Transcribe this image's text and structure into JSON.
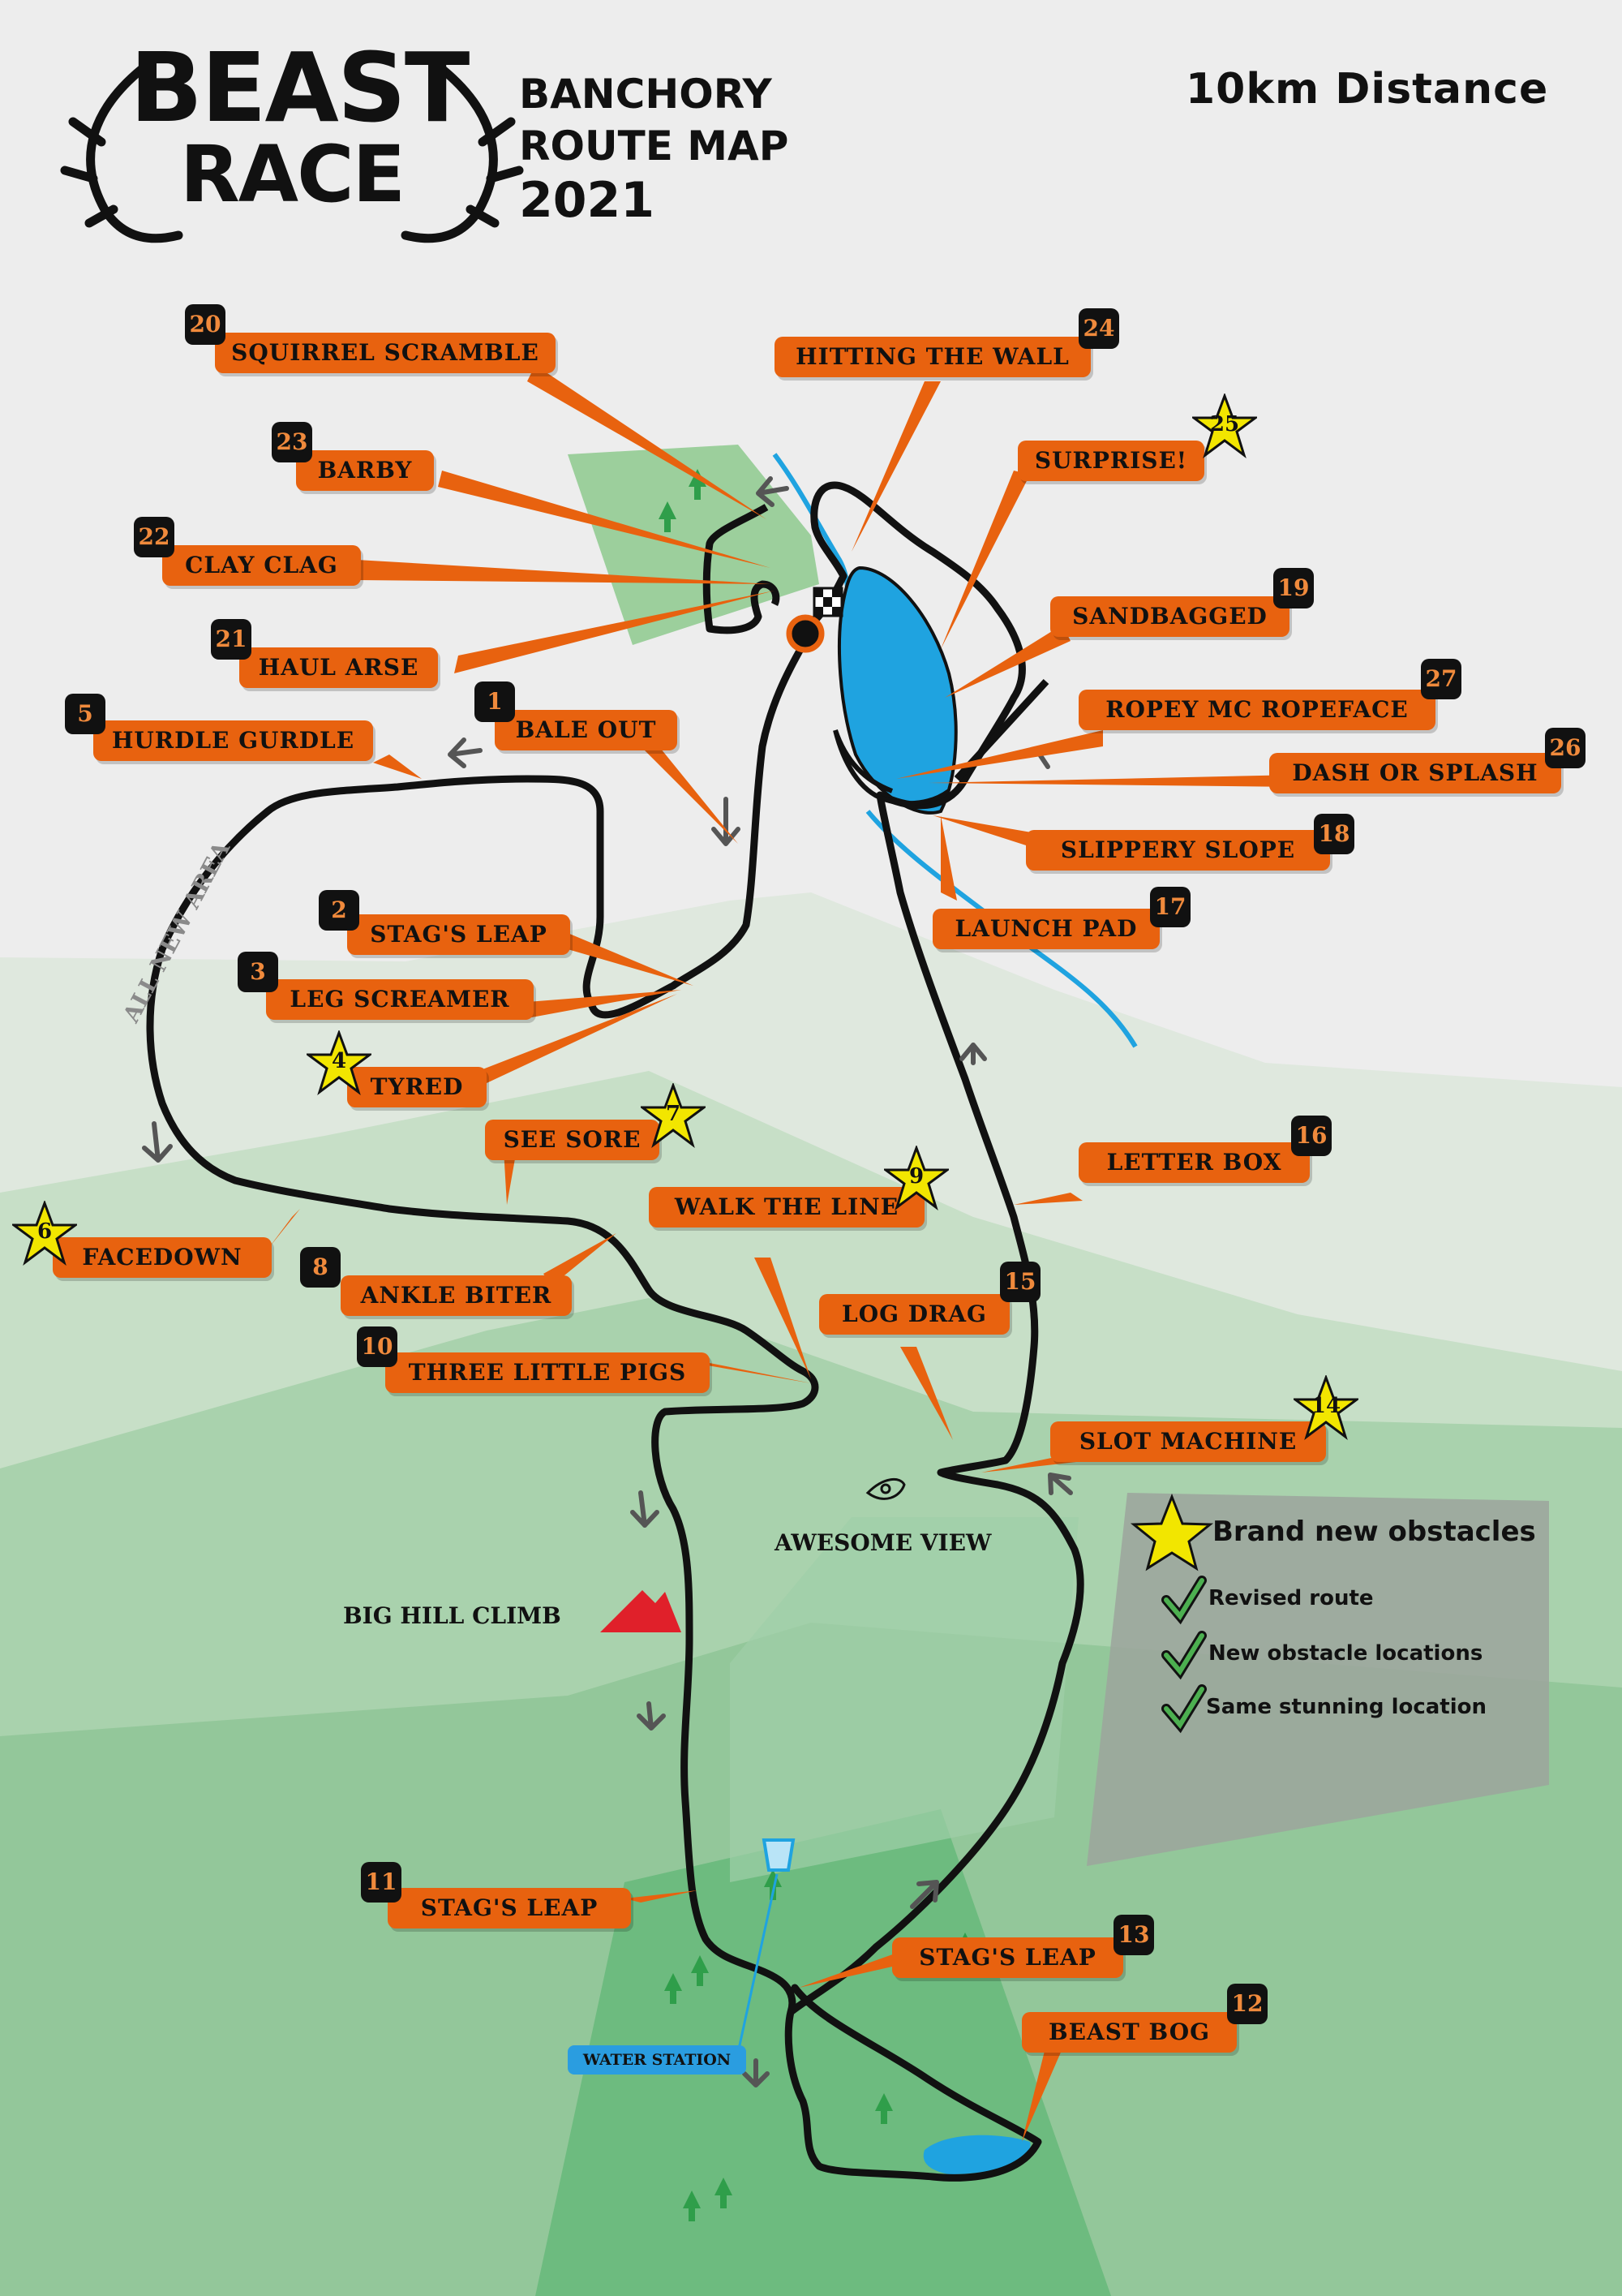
{
  "header": {
    "logo_line1": "BEAST",
    "logo_line2": "RACE",
    "title_line1": "BANCHORY",
    "title_line2": "ROUTE MAP",
    "title_line3": "2021",
    "distance": "10km Distance"
  },
  "colors": {
    "label_orange": "#e8620f",
    "number_badge": "#111111",
    "route": "#111111",
    "water": "#1fa3e0",
    "star": "#f2e600",
    "hill": "#e0202a",
    "tree": "#2f9e4a"
  },
  "obstacles": [
    {
      "number": "1",
      "name": "BALE OUT",
      "new": false
    },
    {
      "number": "2",
      "name": "STAG'S LEAP",
      "new": false
    },
    {
      "number": "3",
      "name": "LEG SCREAMER",
      "new": false
    },
    {
      "number": "4",
      "name": "TYRED",
      "new": true
    },
    {
      "number": "5",
      "name": "HURDLE GURDLE",
      "new": false
    },
    {
      "number": "6",
      "name": "FACEDOWN",
      "new": true
    },
    {
      "number": "7",
      "name": "SEE SORE",
      "new": true
    },
    {
      "number": "8",
      "name": "ANKLE BITER",
      "new": false
    },
    {
      "number": "9",
      "name": "WALK THE LINE",
      "new": true
    },
    {
      "number": "10",
      "name": "THREE LITTLE PIGS",
      "new": false
    },
    {
      "number": "11",
      "name": "STAG'S LEAP",
      "new": false
    },
    {
      "number": "12",
      "name": "BEAST BOG",
      "new": false
    },
    {
      "number": "13",
      "name": "STAG'S LEAP",
      "new": false
    },
    {
      "number": "14",
      "name": "SLOT MACHINE",
      "new": true
    },
    {
      "number": "15",
      "name": "LOG DRAG",
      "new": false
    },
    {
      "number": "16",
      "name": "LETTER BOX",
      "new": false
    },
    {
      "number": "17",
      "name": "LAUNCH PAD",
      "new": false
    },
    {
      "number": "18",
      "name": "SLIPPERY SLOPE",
      "new": false
    },
    {
      "number": "19",
      "name": "SANDBAGGED",
      "new": false
    },
    {
      "number": "20",
      "name": "SQUIRREL SCRAMBLE",
      "new": false
    },
    {
      "number": "21",
      "name": "HAUL ARSE",
      "new": false
    },
    {
      "number": "22",
      "name": "CLAY CLAG",
      "new": false
    },
    {
      "number": "23",
      "name": "BARBY",
      "new": false
    },
    {
      "number": "24",
      "name": "HITTING THE WALL",
      "new": false
    },
    {
      "number": "25",
      "name": "SURPRISE!",
      "new": true
    },
    {
      "number": "26",
      "name": "DASH OR SPLASH",
      "new": false
    },
    {
      "number": "27",
      "name": "ROPEY MC ROPEFACE",
      "new": false
    }
  ],
  "map_text": {
    "all_new_area": "ALL NEW AREA",
    "awesome_view": "AWESOME VIEW",
    "big_hill_climb": "BIG HILL CLIMB",
    "water_station": "WATER STATION"
  },
  "legend": {
    "title": "Brand new obstacles",
    "items": [
      "Revised route",
      "New obstacle locations",
      "Same stunning location"
    ]
  }
}
